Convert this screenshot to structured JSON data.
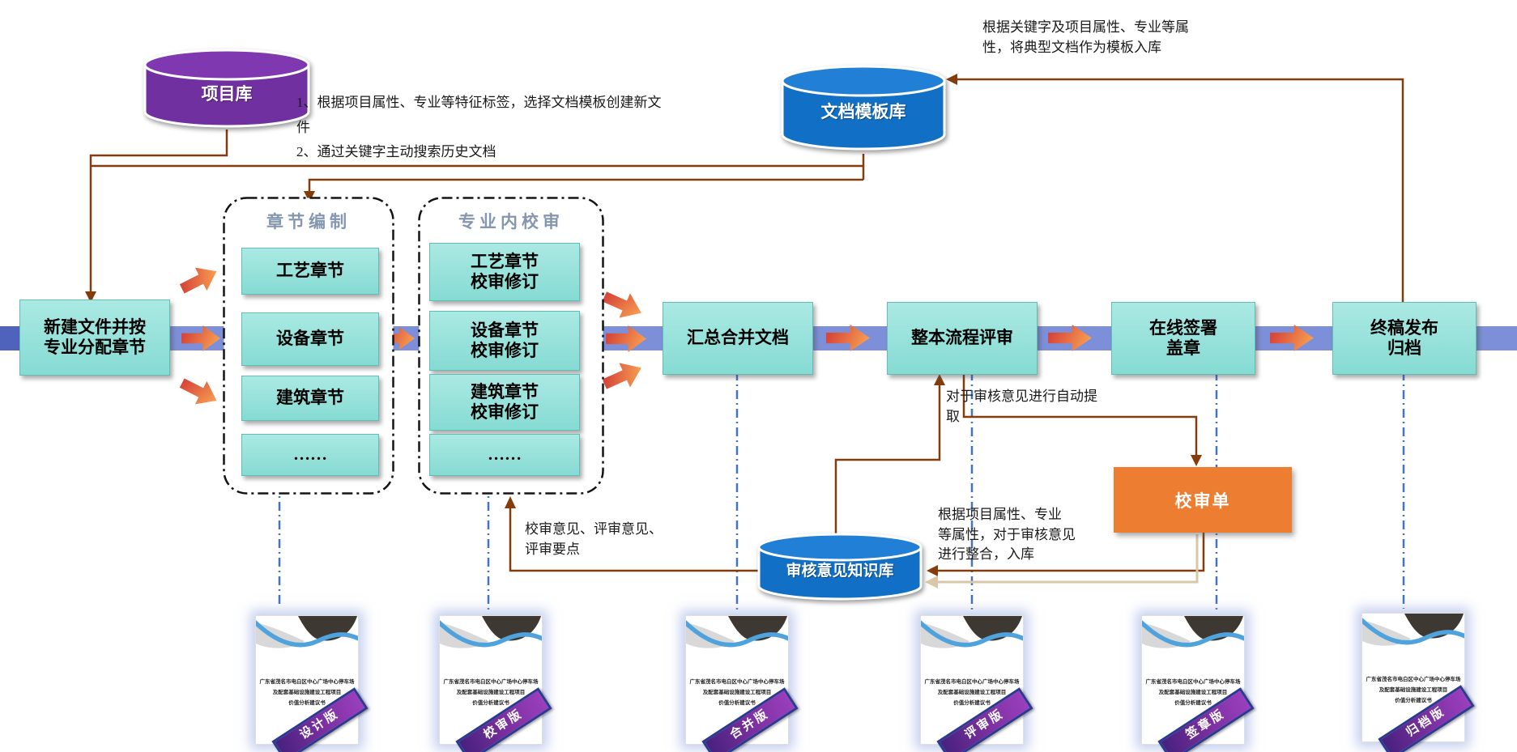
{
  "databases": {
    "project": "项目库",
    "template": "文档模板库",
    "knowledge": "审核意见知识库"
  },
  "flow_band": {
    "start_label": "新建文件并按\n专业分配章节",
    "steps": [
      "汇总合并文档",
      "整本流程评审",
      "在线签署\n盖章",
      "终稿发布\n归档"
    ]
  },
  "groups": [
    {
      "title": "章节编制",
      "items": [
        "工艺章节",
        "设备章节",
        "建筑章节",
        "……"
      ]
    },
    {
      "title": "专业内校审",
      "items": [
        "工艺章节\n校审修订",
        "设备章节\n校审修订",
        "建筑章节\n校审修订",
        "……"
      ]
    }
  ],
  "review_sheet_label": "校审单",
  "annotations": {
    "template_in": "根据关键字及项目属性、专业等属\n性，将典型文档作为模板入库",
    "create_new": "1、根据项目属性、专业等特征标签，选择文档模板创建新文件\n2、通过关键字主动搜索历史文档",
    "auto_extract": "对于审核意见进行自动提\n取",
    "consolidate": "根据项目属性、专业\n等属性，对于审核意见\n进行整合，入库",
    "review_points": "校审意见、评审意见、\n评审要点"
  },
  "documents": {
    "cover_line1": "广东省茂名市电白区中心广场中心停车场",
    "cover_line2": "及配套基础设施建设工程项目",
    "cover_line3": "价值分析建议书",
    "versions": [
      "设计版",
      "校审版",
      "合并版",
      "评审版",
      "签章版",
      "归档版"
    ]
  },
  "colors": {
    "teal_box": "#8fdfd8",
    "band": "#7d8fd8",
    "band_dark": "#4f63bd",
    "connector_brown": "#843c0c",
    "connector_tan": "#d9c7a8",
    "column_dash_blue": "#4472c4",
    "arrow_red": "#d8483a",
    "arrow_orange": "#f59a50",
    "project_db_purple": "#7030a0",
    "template_db_blue": "#1170c5",
    "review_sheet_orange": "#ed7d31",
    "ribbon_purple": "#7a2f9e",
    "group_title_gray_blue": "#8496b0"
  }
}
